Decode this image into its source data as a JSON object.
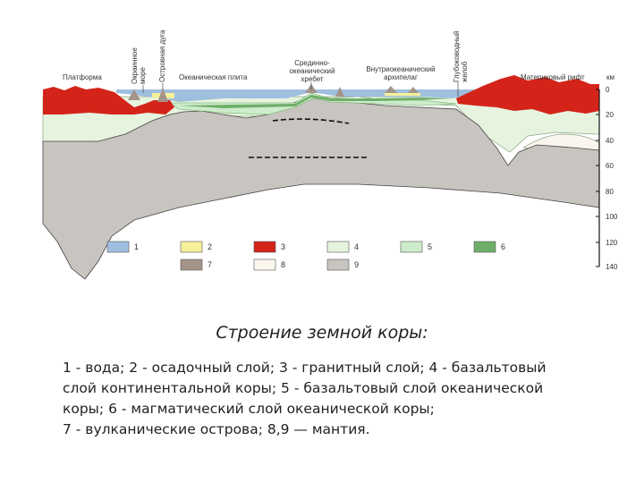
{
  "region_labels": {
    "platform": "Платформа",
    "marginal_sea": [
      "Окраинное",
      "море"
    ],
    "island_arc": "Островная дуга",
    "oceanic_plate": "Океаническая плита",
    "mid_ocean_ridge": [
      "Срединно-",
      "океанический",
      "хребет"
    ],
    "archipelago": [
      "Внутриокеанический",
      "архипелаг"
    ],
    "trench": [
      "Глубоководный",
      "желоб"
    ],
    "rift": "Материковый рифт"
  },
  "depth_scale": {
    "unit": "км",
    "ticks": [
      "0",
      "20",
      "40",
      "60",
      "80",
      "100",
      "120",
      "140"
    ]
  },
  "legend_swatches": [
    {
      "num": "1",
      "color": "#9fbfdf"
    },
    {
      "num": "2",
      "color": "#f6f19a"
    },
    {
      "num": "3",
      "color": "#d4241a"
    },
    {
      "num": "4",
      "color": "#e6f4df"
    },
    {
      "num": "5",
      "color": "#cdeccb"
    },
    {
      "num": "6",
      "color": "#6fae6a"
    },
    {
      "num": "7",
      "color": "#a4948a"
    },
    {
      "num": "8",
      "color": "#faf6ee"
    },
    {
      "num": "9",
      "color": "#c8c4bf"
    }
  ],
  "caption": "Строение земной коры:",
  "legend_text": [
    "1 - вода; 2 - осадочный слой; 3 - гранитный слой; 4 - базальтовый",
    "слой континентальной коры; 5 - базальтовый слой океанической",
    "коры; 6 - магматический слой океанической коры;",
    "7 - вулканические острова;  8,9 — мантия."
  ]
}
